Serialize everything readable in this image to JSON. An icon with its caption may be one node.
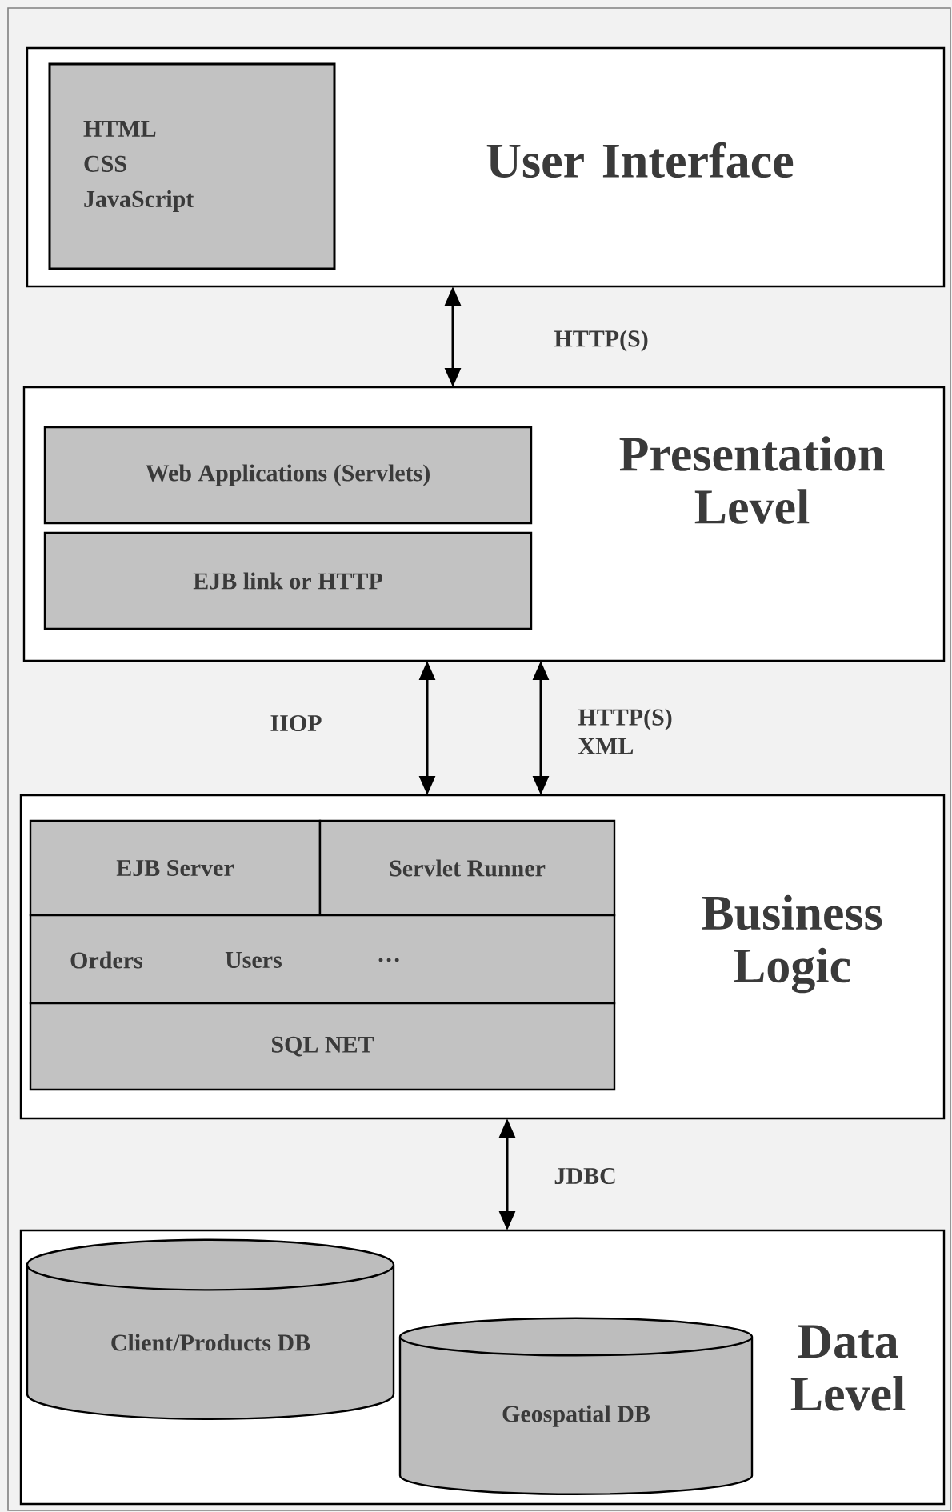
{
  "diagram": {
    "nodes": [
      {
        "text": [
          "User Interface"
        ]
      },
      {
        "text": [
          "HTML",
          "CSS",
          "JavaScript"
        ],
        "in": 0
      },
      {
        "text": [
          "Presentation Level"
        ]
      },
      {
        "text": [
          "Web Applications (Servlets)"
        ],
        "in": 2
      },
      {
        "text": [
          "EJB link or HTTP"
        ],
        "in": 2
      },
      {
        "text": [
          "Business Logic"
        ]
      },
      {
        "text": [
          "EJB Server"
        ],
        "in": 5
      },
      {
        "text": [
          "Servlet Runner"
        ],
        "in": 5
      },
      {
        "text": [
          "Orders",
          "Users",
          "…"
        ],
        "in": 5
      },
      {
        "text": [
          "SQL NET"
        ],
        "in": 5
      },
      {
        "text": [
          "Data Level"
        ]
      },
      {
        "text": [
          "Client/Products DB"
        ],
        "in": 10
      },
      {
        "text": [
          "Geospatial DB"
        ],
        "in": 10
      }
    ],
    "edges": [
      {
        "from": 0,
        "to": 2,
        "arrow": "both",
        "label": "HTTP(S)"
      },
      {
        "from": 2,
        "to": 5,
        "arrow": "both",
        "label": "IIOP"
      },
      {
        "from": 2,
        "to": 5,
        "arrow": "both",
        "label": "HTTP(S) XML"
      },
      {
        "from": 5,
        "to": 10,
        "arrow": "both",
        "label": "JDBC"
      }
    ]
  }
}
